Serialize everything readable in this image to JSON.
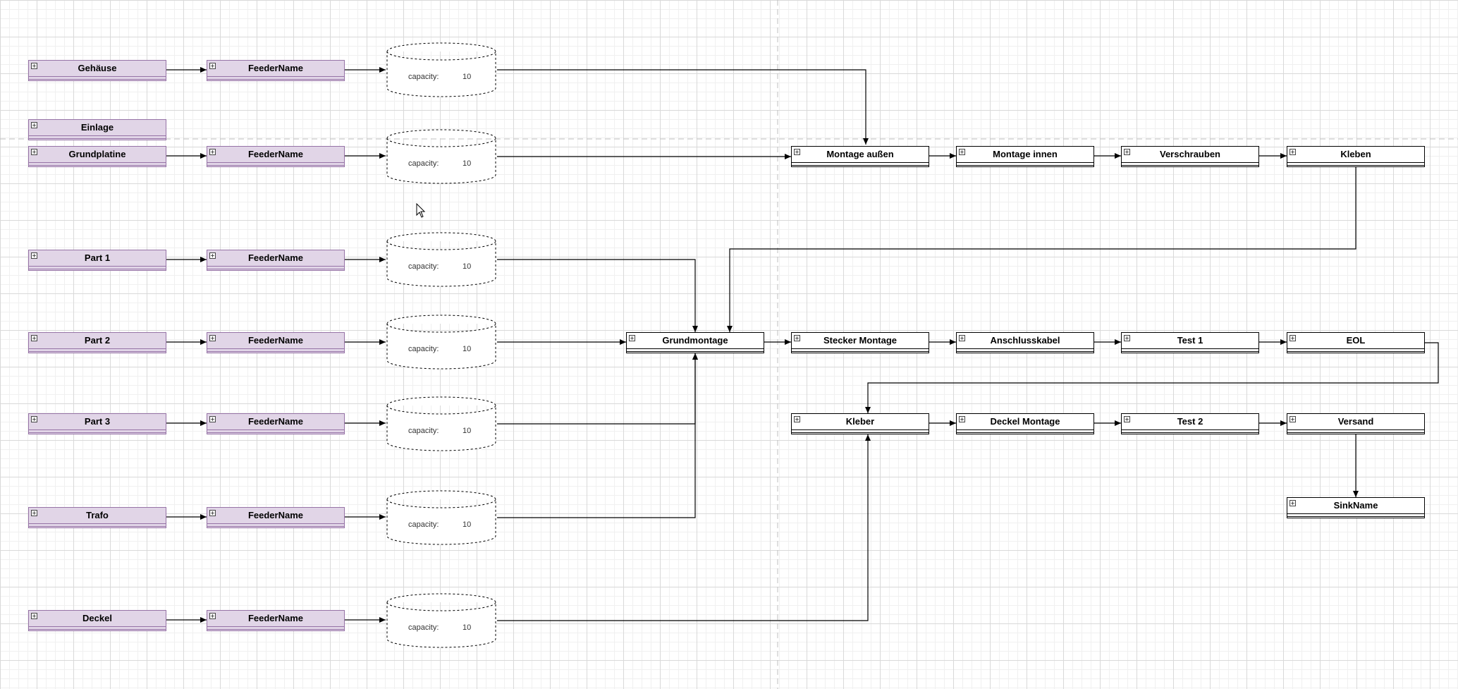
{
  "sources": [
    {
      "id": "gehaeuse",
      "label": "Gehäuse",
      "feeder": "FeederName",
      "capacity_label": "capacity:",
      "capacity": "10"
    },
    {
      "id": "grundplatine",
      "label": "Grundplatine",
      "feeder": "FeederName",
      "capacity_label": "capacity:",
      "capacity": "10"
    },
    {
      "id": "part1",
      "label": "Part 1",
      "feeder": "FeederName",
      "capacity_label": "capacity:",
      "capacity": "10"
    },
    {
      "id": "part2",
      "label": "Part 2",
      "feeder": "FeederName",
      "capacity_label": "capacity:",
      "capacity": "10"
    },
    {
      "id": "part3",
      "label": "Part 3",
      "feeder": "FeederName",
      "capacity_label": "capacity:",
      "capacity": "10"
    },
    {
      "id": "trafo",
      "label": "Trafo",
      "feeder": "FeederName",
      "capacity_label": "capacity:",
      "capacity": "10"
    },
    {
      "id": "deckel",
      "label": "Deckel",
      "feeder": "FeederName",
      "capacity_label": "capacity:",
      "capacity": "10"
    }
  ],
  "extra_source": {
    "label": "Einlage"
  },
  "stations": {
    "montage_aussen": "Montage außen",
    "montage_innen": "Montage innen",
    "verschrauben": "Verschrauben",
    "kleben": "Kleben",
    "grundmontage": "Grundmontage",
    "stecker_montage": "Stecker Montage",
    "anschlusskabel": "Anschlusskabel",
    "test1": "Test 1",
    "eol": "EOL",
    "kleber": "Kleber",
    "deckel_montage": "Deckel Montage",
    "test2": "Test 2",
    "versand": "Versand",
    "sink": "SinkName"
  },
  "icons": {
    "expand": "expand-icon"
  },
  "colors": {
    "feeder_fill": "#e1d5e7",
    "feeder_stroke": "#9673a6",
    "edge": "#000000",
    "grid": "#d9d9d9"
  }
}
